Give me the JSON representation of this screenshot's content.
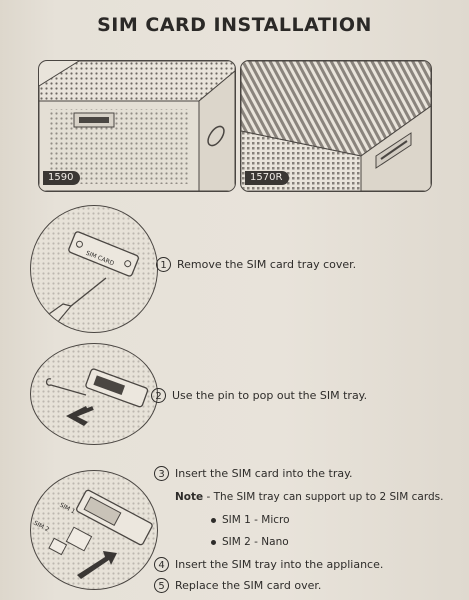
{
  "title": "SIM CARD INSTALLATION",
  "models": [
    {
      "label": "1590"
    },
    {
      "label": "1570R"
    }
  ],
  "steps": [
    {
      "number": "1",
      "text": "Remove the SIM card tray cover."
    },
    {
      "number": "2",
      "text": "Use the pin to pop out the SIM tray."
    },
    {
      "number": "3",
      "text": "Insert the SIM card into the tray."
    },
    {
      "number": "4",
      "text": "Insert the SIM tray into the appliance."
    },
    {
      "number": "5",
      "text": "Replace the SIM card over."
    }
  ],
  "note": {
    "label": "Note",
    "text": " - The SIM tray can support up to 2 SIM cards."
  },
  "sim_types": [
    {
      "text": "SIM 1 - Micro"
    },
    {
      "text": "SIM 2 - Nano"
    }
  ],
  "illustration_labels": {
    "tray_cover": "SIM CARD",
    "sim1": "SIM 1",
    "sim2": "SIM 2"
  }
}
